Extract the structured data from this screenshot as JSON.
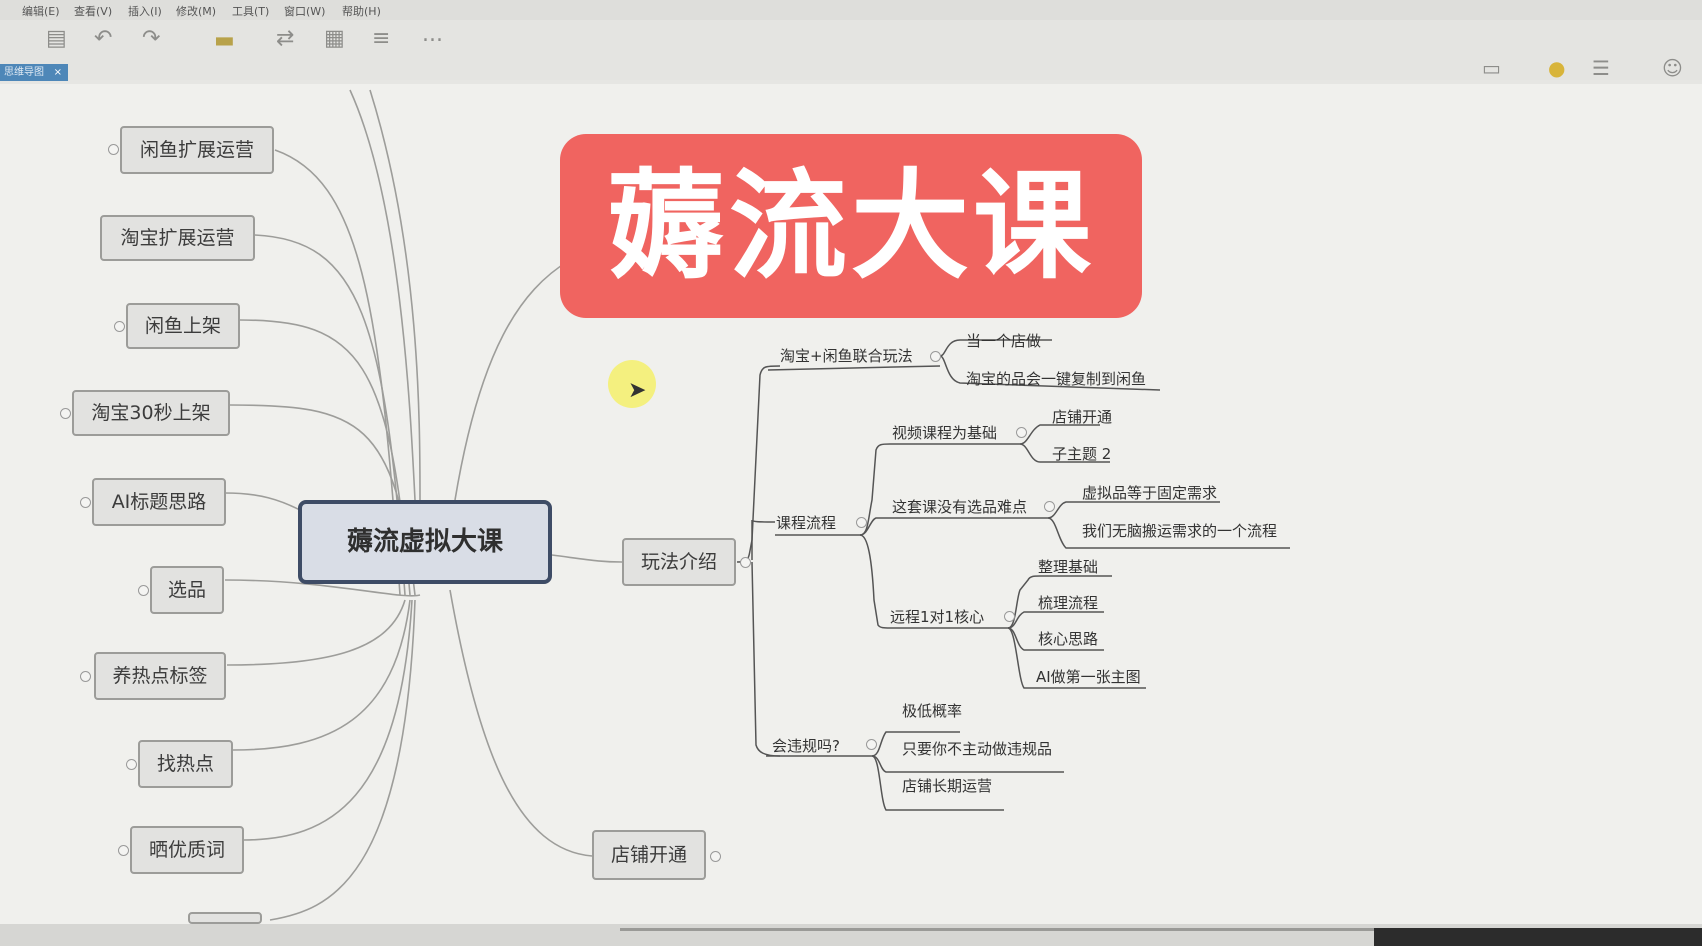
{
  "menubar": {
    "items": [
      "编辑(E)",
      "查看(V)",
      "插入(I)",
      "修改(M)",
      "工具(T)",
      "窗口(W)",
      "帮助(H)"
    ]
  },
  "toolbar": {
    "icons": [
      "save-icon",
      "undo-icon",
      "redo-icon",
      "topic-icon",
      "relationship-icon",
      "image-icon",
      "summary-icon",
      "more-icon",
      "present-icon",
      "idea-icon",
      "outline-icon",
      "user-icon"
    ],
    "more_label": "..."
  },
  "tab": {
    "label": "思维导图",
    "close": "×"
  },
  "banner": {
    "text": "薅流大课"
  },
  "mindmap": {
    "root": "薅流虚拟大课",
    "left_topics": [
      "闲鱼扩展运营",
      "淘宝扩展运营",
      "闲鱼上架",
      "淘宝30秒上架",
      "AI标题思路",
      "选品",
      "养热点标签",
      "找热点",
      "晒优质词"
    ],
    "wanfa": {
      "label": "玩法介绍",
      "combo": {
        "label": "淘宝+闲鱼联合玩法",
        "children": [
          "当一个店做",
          "淘宝的品会一键复制到闲鱼"
        ]
      },
      "course": {
        "label": "课程流程",
        "video": {
          "label": "视频课程为基础",
          "children": [
            "店铺开通",
            "子主题 2"
          ]
        },
        "nodiff": {
          "label": "这套课没有选品难点",
          "children": [
            "虚拟品等于固定需求",
            "我们无脑搬运需求的一个流程"
          ]
        },
        "remote": {
          "label": "远程1对1核心",
          "children": [
            "整理基础",
            "梳理流程",
            "核心思路",
            "AI做第一张主图"
          ]
        }
      },
      "violate": {
        "label": "会违规吗?",
        "children": [
          "极低概率",
          "只要你不主动做违规品",
          "店铺长期运营"
        ]
      }
    },
    "store": "店铺开通"
  },
  "colors": {
    "banner": "#f06460",
    "root_border": "#3e4c66",
    "tab": "#4e87b8"
  }
}
